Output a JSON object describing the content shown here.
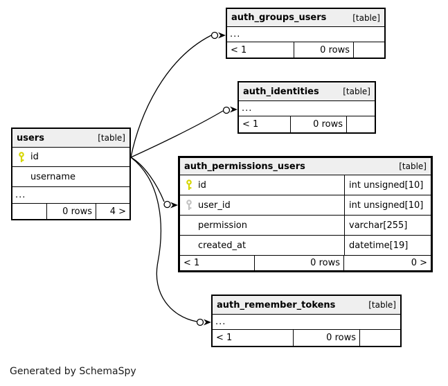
{
  "watermark": "Generated by SchemaSpy",
  "colors": {
    "header_bg": "#efefef",
    "border": "#000000",
    "primary_key": "#d6d600",
    "foreign_key": "#c2c2c2",
    "background": "#ffffff"
  },
  "tables": {
    "users": {
      "name": "users",
      "tag": "[table]",
      "rows": [
        {
          "label": "id",
          "key": "primary"
        },
        {
          "label": "username",
          "key": null
        },
        {
          "label": "...",
          "ellipsis": true
        }
      ],
      "footer": [
        "",
        "0 rows",
        "4 >"
      ]
    },
    "auth_groups_users": {
      "name": "auth_groups_users",
      "tag": "[table]",
      "rows": [
        {
          "label": "...",
          "ellipsis": true
        }
      ],
      "footer": [
        "< 1",
        "0 rows",
        ""
      ]
    },
    "auth_identities": {
      "name": "auth_identities",
      "tag": "[table]",
      "rows": [
        {
          "label": "...",
          "ellipsis": true
        }
      ],
      "footer": [
        "< 1",
        "0 rows",
        ""
      ]
    },
    "auth_permissions_users": {
      "name": "auth_permissions_users",
      "tag": "[table]",
      "rows": [
        {
          "label": "id",
          "type": "int unsigned[10]",
          "key": "primary"
        },
        {
          "label": "user_id",
          "type": "int unsigned[10]",
          "key": "foreign"
        },
        {
          "label": "permission",
          "type": "varchar[255]",
          "key": null
        },
        {
          "label": "created_at",
          "type": "datetime[19]",
          "key": null
        }
      ],
      "footer": [
        "< 1",
        "0 rows",
        "0 >"
      ]
    },
    "auth_remember_tokens": {
      "name": "auth_remember_tokens",
      "tag": "[table]",
      "rows": [
        {
          "label": "...",
          "ellipsis": true
        }
      ],
      "footer": [
        "< 1",
        "0 rows",
        ""
      ]
    }
  },
  "relationships": [
    {
      "parent": "users.id",
      "child": "auth_groups_users",
      "marker": "open-circle-arrow"
    },
    {
      "parent": "users.id",
      "child": "auth_identities",
      "marker": "open-circle-arrow"
    },
    {
      "parent": "users.id",
      "child": "auth_permissions_users.user_id",
      "marker": "open-circle-arrow"
    },
    {
      "parent": "users.id",
      "child": "auth_remember_tokens",
      "marker": "open-circle-arrow"
    }
  ]
}
